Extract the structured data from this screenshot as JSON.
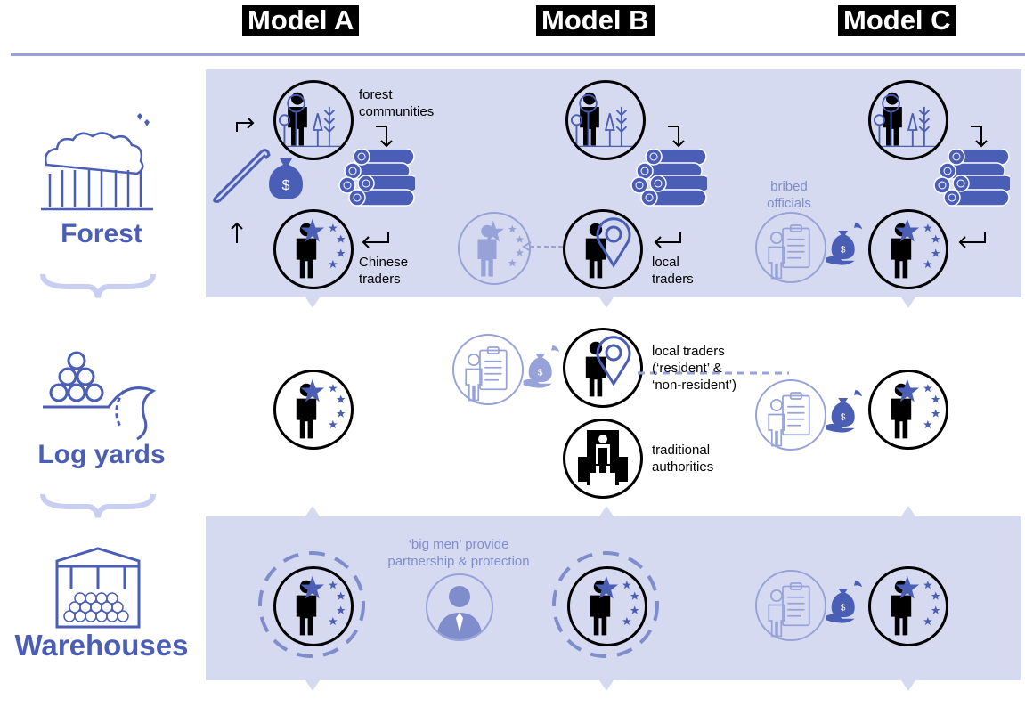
{
  "headers": {
    "model_a": "Model A",
    "model_b": "Model B",
    "model_c": "Model C"
  },
  "rows": {
    "forest": "Forest",
    "log_yards": "Log yards",
    "warehouses": "Warehouses"
  },
  "labels": {
    "forest_communities": [
      "forest",
      "communities"
    ],
    "chinese_traders": [
      "Chinese",
      "traders"
    ],
    "local_traders_forest": [
      "local",
      "traders"
    ],
    "bribed_officials": [
      "bribed",
      "officials"
    ],
    "local_traders_yard": [
      "local traders",
      "(‘resident’ &",
      "‘non-resident’)"
    ],
    "traditional_authorities": [
      "traditional",
      "authorities"
    ],
    "big_men": [
      "‘big men’ provide",
      "partnership & protection"
    ]
  },
  "colors": {
    "accent": "#4b5eb5",
    "band": "#d5daf1",
    "faint": "#97a3d8",
    "rule": "#97a3d8"
  },
  "icons": {
    "person": "person-silhouette-icon",
    "star_badge": "chinese-star-icon",
    "location_pin": "location-pin-icon",
    "trees": "forest-trees-icon",
    "logs": "log-pile-icon",
    "saw": "saw-icon",
    "money_bag": "money-bag-icon",
    "clipboard": "clipboard-official-icon",
    "throne": "throne-icon",
    "businessman": "businessman-icon"
  }
}
